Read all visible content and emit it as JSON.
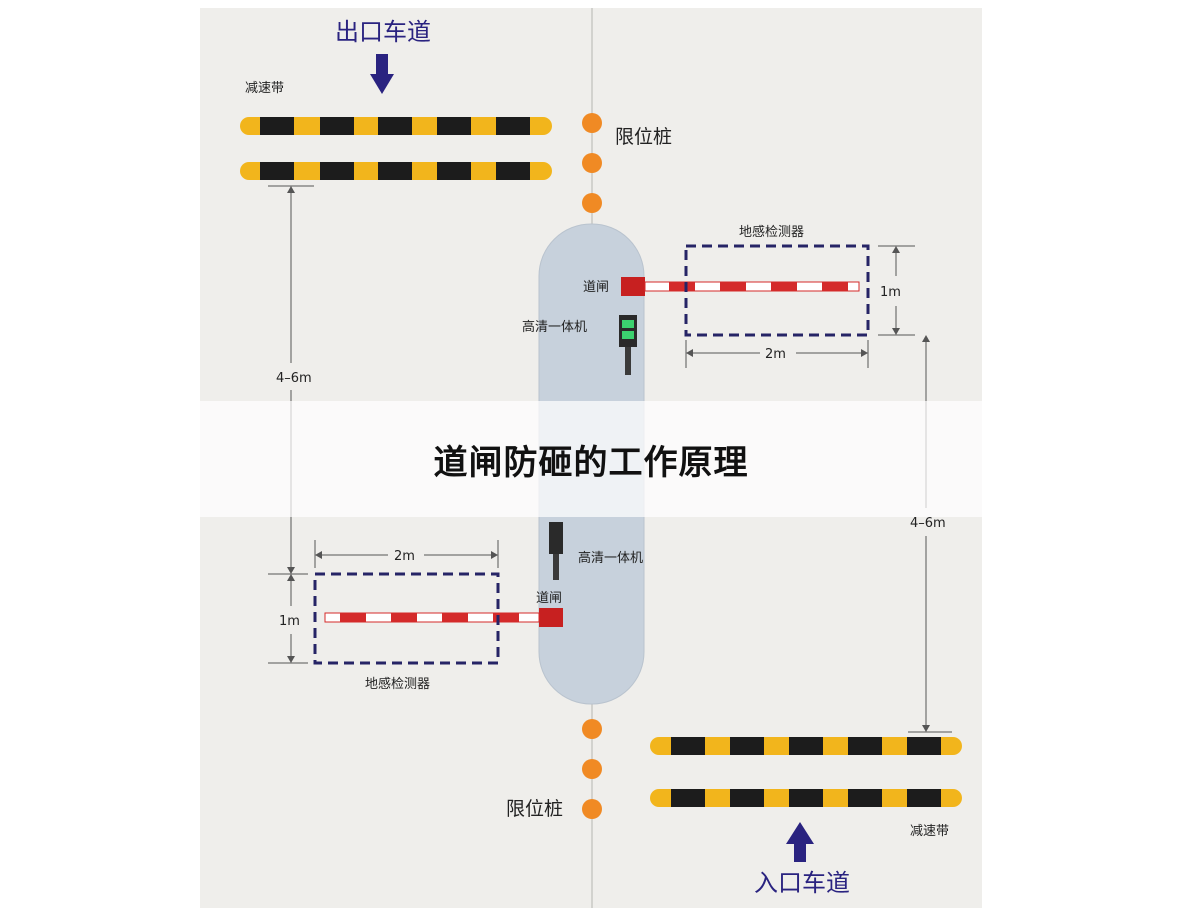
{
  "title": "道闸防砸的工作原理",
  "labels": {
    "exit_lane": "出口车道",
    "entry_lane": "入口车道",
    "speed_bump_top": "减速带",
    "speed_bump_bottom": "减速带",
    "bollard_top": "限位桩",
    "bollard_bottom": "限位桩",
    "gate_top": "道闸",
    "gate_bottom": "道闸",
    "camera_top": "高清一体机",
    "camera_bottom": "高清一体机",
    "detector_top": "地感检测器",
    "detector_bottom": "地感检测器",
    "dim_1m_top": "1m",
    "dim_2m_top": "2m",
    "dim_1m_bottom": "1m",
    "dim_2m_bottom": "2m",
    "dim_46_left": "4–6m",
    "dim_46_right": "4–6m"
  },
  "colors": {
    "road": "#efeeeb",
    "island": "#c7d1dc",
    "bump_yellow": "#f2b51c",
    "bump_black": "#1c1c1c",
    "bollard": "#f08a24",
    "barrier_red": "#d42a2a",
    "detector_border": "#262466",
    "arrow": "#2a2380",
    "dim_line": "#555555"
  }
}
